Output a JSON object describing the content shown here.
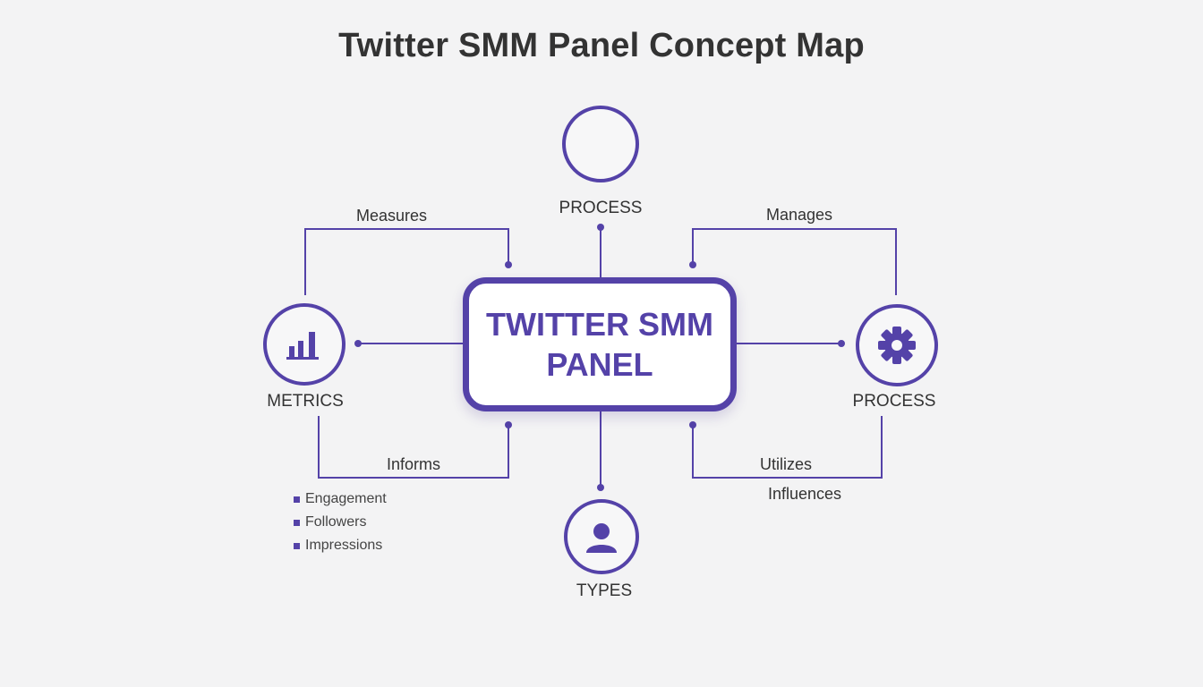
{
  "title": "Twitter SMM Panel Concept Map",
  "colors": {
    "accent": "#5442a8",
    "text": "#333333",
    "background": "#f3f3f4"
  },
  "center": {
    "label": "TWITTER SMM PANEL"
  },
  "nodes": {
    "top": {
      "label": "PROCESS",
      "icon": "empty-circle"
    },
    "left": {
      "label": "METRICS",
      "icon": "bar-chart-icon"
    },
    "right": {
      "label": "PROCESS",
      "icon": "gear-icon"
    },
    "bottom": {
      "label": "TYPES",
      "icon": "user-icon"
    }
  },
  "edges": {
    "measures": "Measures",
    "manages": "Manages",
    "informs": "Informs",
    "utilizes": "Utilizes",
    "influences": "Influences"
  },
  "metrics_list": [
    "Engagement",
    "Followers",
    "Impressions"
  ]
}
